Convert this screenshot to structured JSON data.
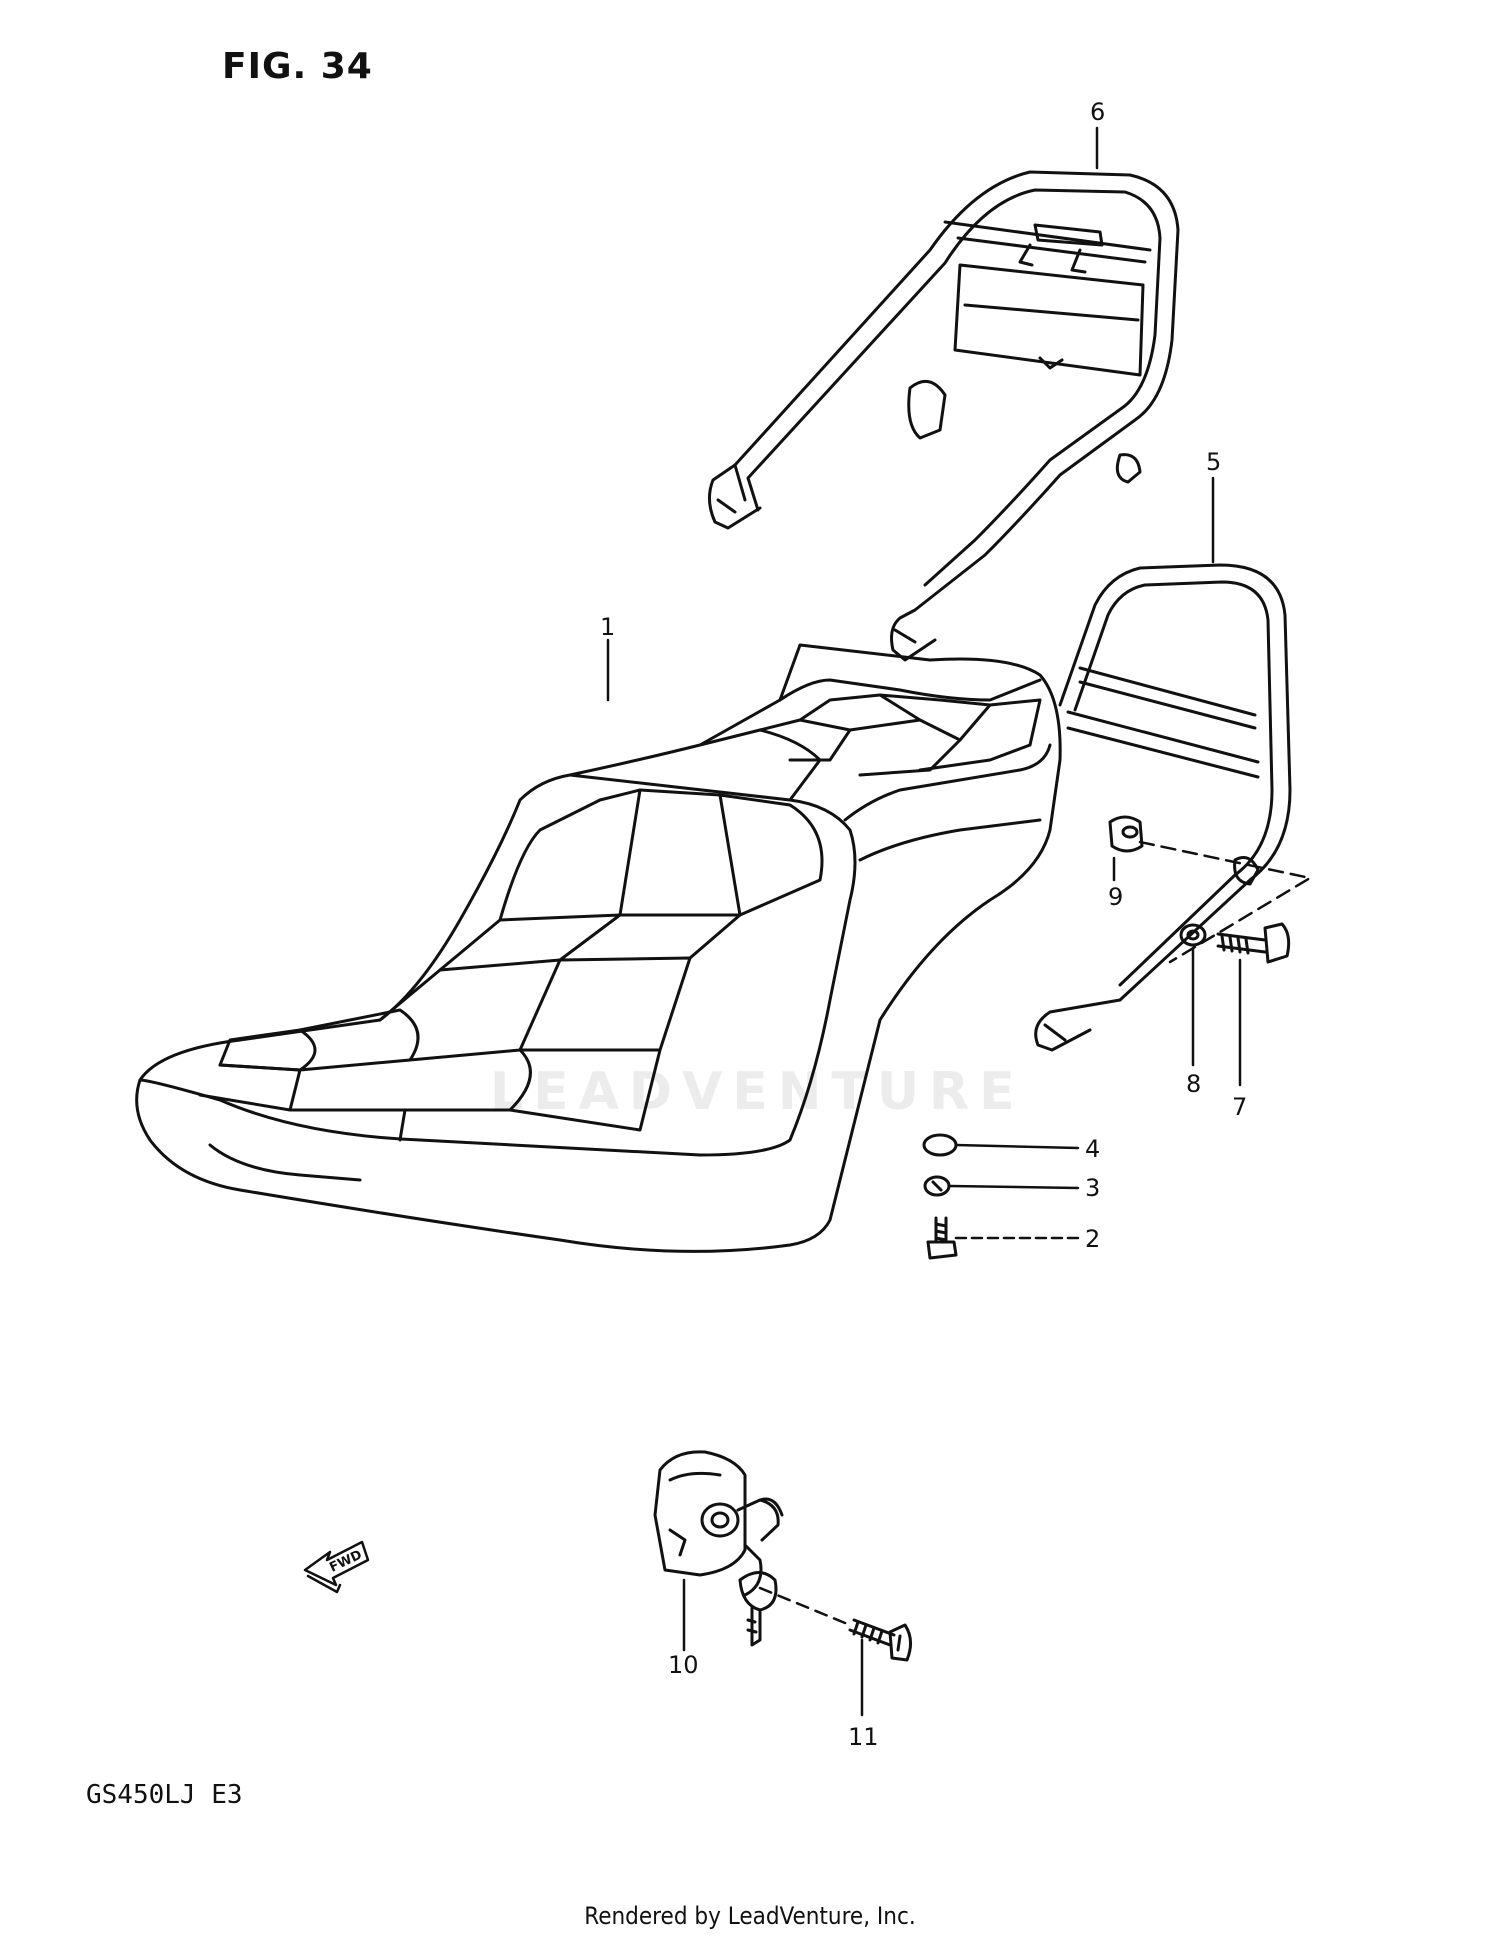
{
  "figure": {
    "title": "FIG. 34",
    "model_code": "GS450LJ  E3",
    "footer": "Rendered by LeadVenture, Inc.",
    "watermark": "LEADVENTURE",
    "fwd_label": "FWD"
  },
  "callouts": {
    "c1": "1",
    "c2": "2",
    "c3": "3",
    "c4": "4",
    "c5": "5",
    "c6": "6",
    "c7": "7",
    "c8": "8",
    "c9": "9",
    "c10": "10",
    "c11": "11"
  }
}
